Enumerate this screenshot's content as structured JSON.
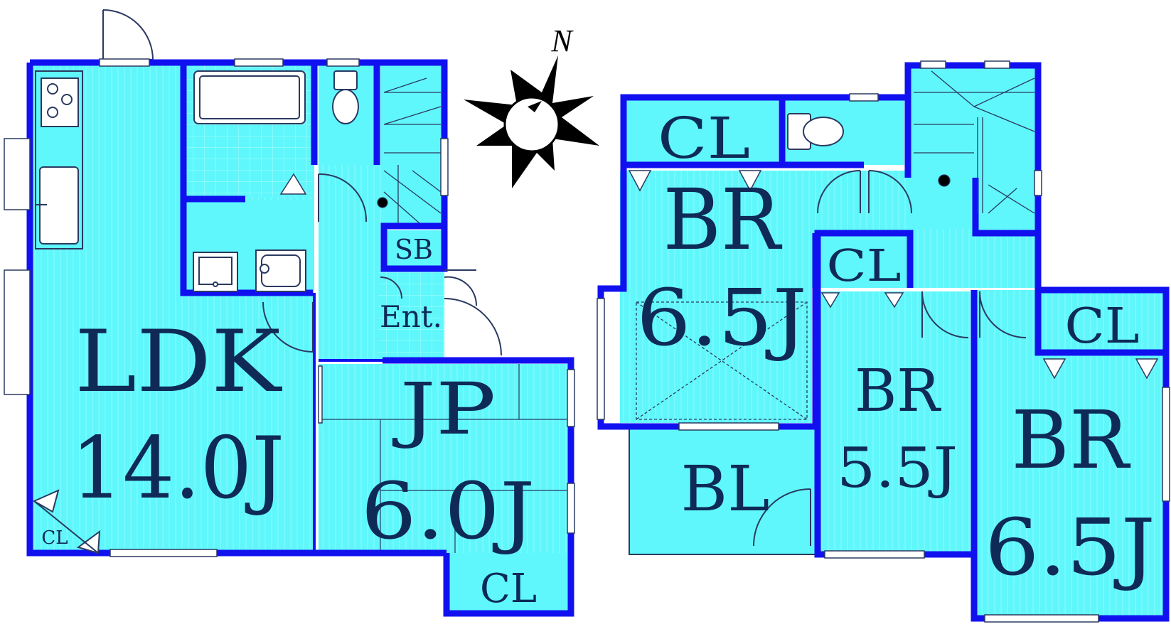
{
  "colors": {
    "floor": "#5ff7fb",
    "wall": "#1111f0",
    "text": "#0f2a57",
    "fixture_line": "#2a3a60",
    "background": "#ffffff"
  },
  "compass": {
    "label": "N",
    "icon": "sun-compass-icon"
  },
  "first_floor": {
    "ldk": {
      "name": "LDK",
      "size": "14.0J"
    },
    "ldk_closet": {
      "name": "CL"
    },
    "japanese_room": {
      "name": "JP",
      "size": "6.0J"
    },
    "jp_closet": {
      "name": "CL"
    },
    "shoe_box": {
      "name": "SB"
    },
    "entrance": {
      "name": "Ent."
    },
    "icons": [
      "kitchen-stove-icon",
      "kitchen-sink-icon",
      "bathtub-icon",
      "toilet-icon",
      "washbasin-icon",
      "washing-machine-icon",
      "stairs-icon"
    ]
  },
  "second_floor": {
    "bedroom_a": {
      "name": "BR",
      "size": "6.5J"
    },
    "bedroom_a_closet": {
      "name": "CL"
    },
    "bedroom_b": {
      "name": "BR",
      "size": "5.5J"
    },
    "bedroom_b_closet": {
      "name": "CL"
    },
    "bedroom_c": {
      "name": "BR",
      "size": "6.5J"
    },
    "bedroom_c_closet": {
      "name": "CL"
    },
    "balcony": {
      "name": "BL"
    },
    "icons": [
      "toilet-icon",
      "stairs-icon"
    ]
  }
}
